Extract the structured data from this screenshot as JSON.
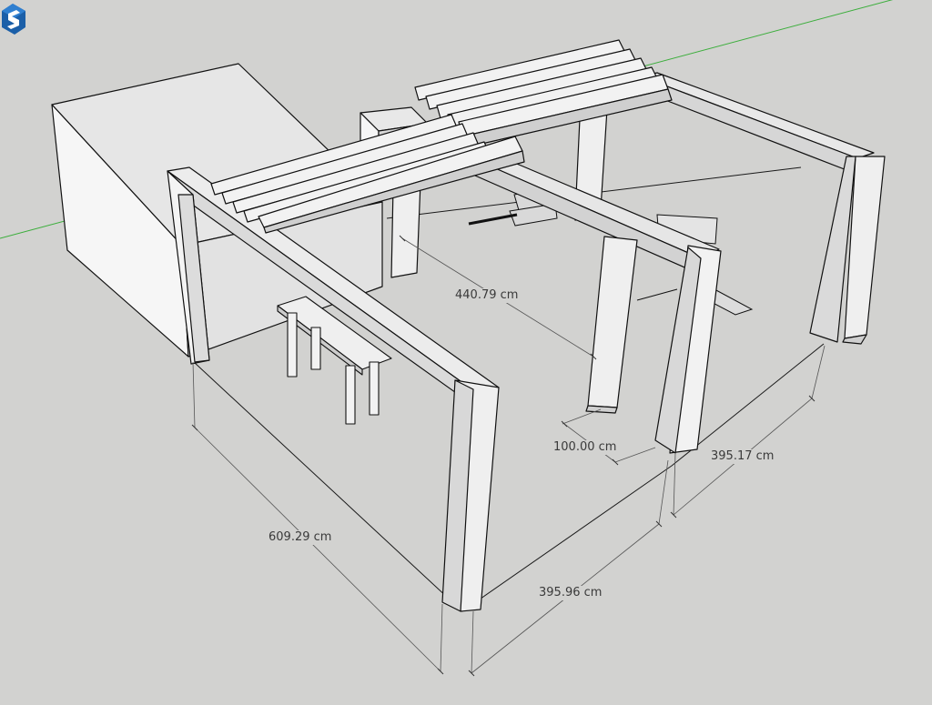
{
  "app": {
    "name": "SketchUp",
    "logo_icon": "sketchup-logo-icon"
  },
  "viewport": {
    "background": "#d2d2d0",
    "axis_green": "#3cae3c",
    "edge_color": "#111111",
    "face_light": "#f4f4f4",
    "face_mid": "#e1e1e1",
    "face_dark": "#c4c4c4"
  },
  "dimensions": {
    "post_spacing": "440.79 cm",
    "post_offset": "100.00 cm",
    "side_length": "395.17 cm",
    "overall_length": "609.29 cm",
    "front_width": "395.96 cm"
  }
}
